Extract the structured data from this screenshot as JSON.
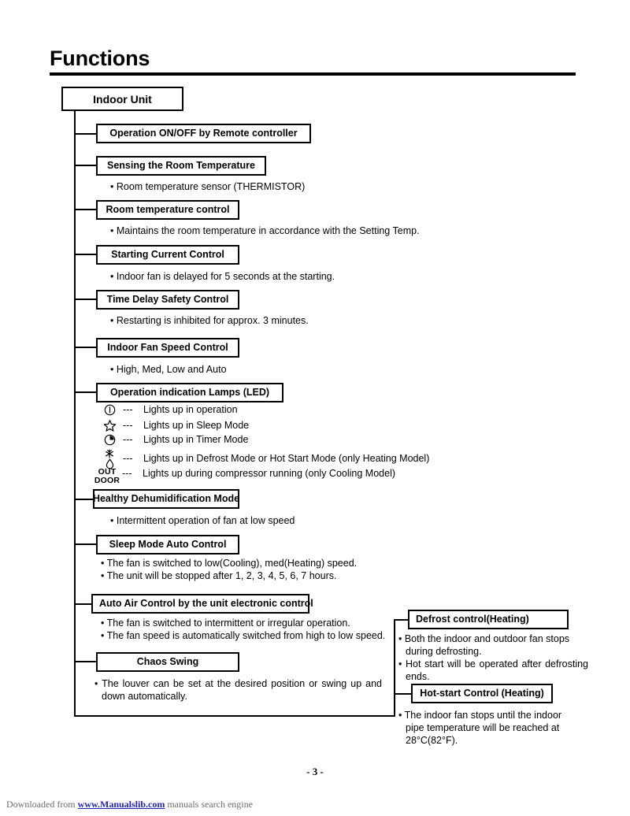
{
  "document": {
    "title": "Functions",
    "page_number": "- 3 -"
  },
  "tree": {
    "root_label": "Indoor Unit",
    "nodes": [
      {
        "label": "Operation ON/OFF by Remote controller",
        "bullets": []
      },
      {
        "label": "Sensing the Room Temperature",
        "bullets": [
          "• Room temperature sensor (THERMISTOR)"
        ]
      },
      {
        "label": "Room temperature control",
        "bullets": [
          "• Maintains the room temperature in accordance with the Setting Temp."
        ]
      },
      {
        "label": "Starting Current Control",
        "bullets": [
          "• Indoor fan is delayed for 5 seconds at the starting."
        ]
      },
      {
        "label": "Time Delay Safety Control",
        "bullets": [
          "• Restarting is inhibited for approx. 3 minutes."
        ]
      },
      {
        "label": "Indoor Fan Speed Control",
        "bullets": [
          "• High, Med, Low and Auto"
        ]
      },
      {
        "label": "Operation indication Lamps (LED)",
        "bullets": []
      },
      {
        "label": "Healthy Dehumidification Mode",
        "bullets": [
          "• Intermittent operation of fan at low speed"
        ]
      },
      {
        "label": "Sleep Mode Auto Control",
        "bullets": [
          "• The fan is switched to low(Cooling), med(Heating) speed.",
          "• The unit will be stopped after 1, 2, 3, 4, 5, 6, 7 hours."
        ]
      },
      {
        "label": "Auto Air Control by the unit electronic control",
        "bullets": [
          "• The fan is switched to intermittent or irregular operation.",
          "• The fan speed is automatically switched from high to low speed."
        ]
      },
      {
        "label": "Chaos Swing",
        "bullets": [
          "• The louver can be set at the desired position or swing up and down automatically."
        ]
      }
    ]
  },
  "led_legend": {
    "dashes": "---",
    "rows": [
      {
        "icon": "power-circle-icon",
        "text": "Lights up in operation"
      },
      {
        "icon": "star-icon",
        "text": "Lights up in Sleep Mode"
      },
      {
        "icon": "clock-icon",
        "text": "Lights up in Timer Mode"
      },
      {
        "icon": "snowflake-droplet-icon",
        "text": "Lights up in Defrost Mode or Hot Start Mode (only Heating Model)"
      },
      {
        "icon": "outdoor-text-icon",
        "icon_line1": "OUT",
        "icon_line2": "DOOR",
        "text": "Lights up during compressor running (only Cooling Model)"
      }
    ]
  },
  "right_column": {
    "nodes": [
      {
        "label": "Defrost control(Heating)",
        "bullets": [
          "• Both the indoor and outdoor fan stops during defrosting.",
          "• Hot start will be operated after defrosting ends."
        ]
      },
      {
        "label": "Hot-start Control (Heating)",
        "bullets": [
          "• The indoor fan stops until the indoor pipe temperature will be reached at 28°C(82°F)."
        ]
      }
    ]
  },
  "footer": {
    "prefix": "Downloaded from ",
    "link": "www.Manualslib.com",
    "suffix": " manuals search engine"
  }
}
